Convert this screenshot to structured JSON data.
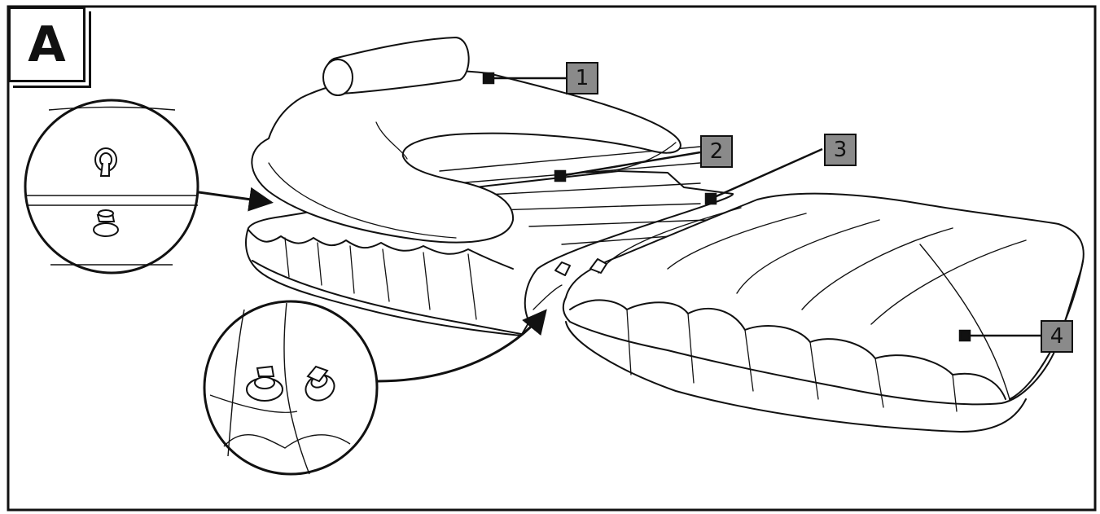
{
  "figure": {
    "panel_letter": "A",
    "callouts": [
      {
        "number": "1"
      },
      {
        "number": "2"
      },
      {
        "number": "3"
      },
      {
        "number": "4"
      }
    ]
  }
}
